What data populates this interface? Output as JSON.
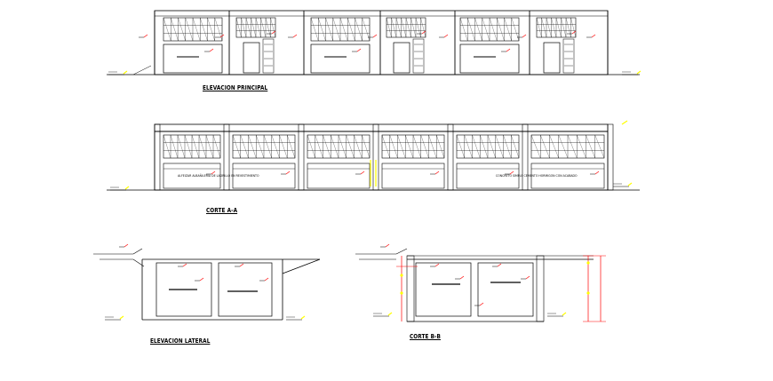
{
  "drawing": {
    "views": [
      {
        "id": "elevation-main",
        "title": "ELEVACION PRINCIPAL"
      },
      {
        "id": "section-aa",
        "title": "CORTE A-A"
      },
      {
        "id": "side-elevation",
        "title": "ELEVACION LATERAL"
      },
      {
        "id": "section-bb",
        "title": "CORTE B-B"
      }
    ],
    "notes": {
      "section_aa_left": "ALFEIZAR ALBAÑILERIA DE LADRILLO EN REVESTIMIENTO",
      "section_aa_right": "CONCRETO SIMPLE CEMENTO HORMIGON CON ACABADO"
    },
    "colors": {
      "line": "#000000",
      "annotation": "#ff0000",
      "level_marker": "#ffff00",
      "dimension": "#ff0000"
    }
  }
}
